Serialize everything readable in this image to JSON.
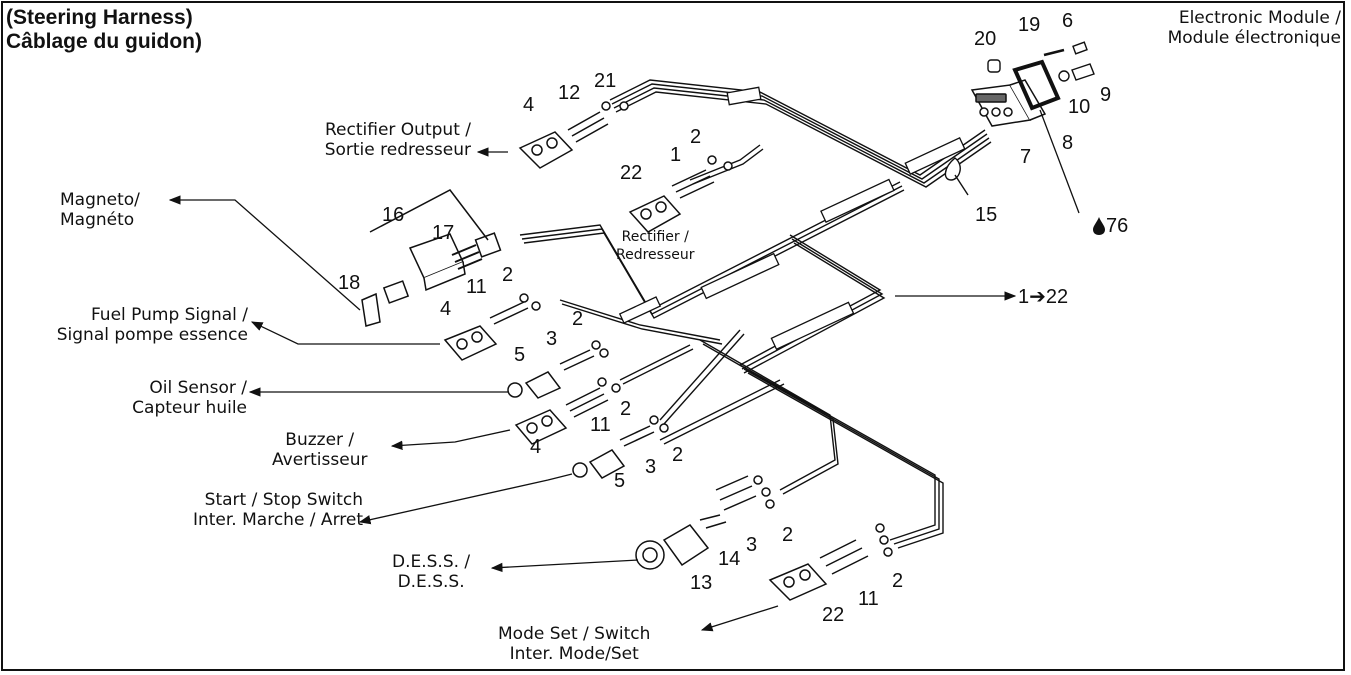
{
  "header": {
    "title_line1": "(Steering Harness)",
    "title_line2": "Câblage du guidon)"
  },
  "connections": {
    "electronic_module": {
      "line1": "Electronic Module /",
      "line2": "Module électronique"
    },
    "rectifier_output": {
      "line1": "Rectifier Output /",
      "line2": "Sortie redresseur"
    },
    "magneto": {
      "line1": "Magneto/",
      "line2": "Magnéto"
    },
    "rectifier": {
      "line1": "Rectifier /",
      "line2": "Redresseur"
    },
    "fuel_pump": {
      "line1": "Fuel Pump Signal /",
      "line2": "Signal pompe essence"
    },
    "oil_sensor": {
      "line1": "Oil Sensor /",
      "line2": "Capteur huile"
    },
    "buzzer": {
      "line1": "Buzzer /",
      "line2": "Avertisseur"
    },
    "start_stop": {
      "line1": "Start / Stop Switch",
      "line2": "Inter. Marche / Arret"
    },
    "dess": {
      "line1": "D.E.S.S. /",
      "line2": "D.E.S.S."
    },
    "mode_set": {
      "line1": "Mode Set / Switch",
      "line2": "Inter. Mode/Set"
    }
  },
  "range_ref": "1➔22",
  "fluid_ref": {
    "icon": "drop-icon",
    "number": "76"
  },
  "part_numbers": [
    "20",
    "19",
    "6",
    "10",
    "9",
    "8",
    "7",
    "15",
    "4",
    "12",
    "21",
    "2",
    "1",
    "22",
    "16",
    "17",
    "18",
    "2",
    "11",
    "4",
    "2",
    "3",
    "5",
    "2",
    "11",
    "4",
    "2",
    "3",
    "5",
    "14",
    "3",
    "2",
    "13",
    "22",
    "11",
    "2"
  ],
  "colors": {
    "ink": "#111111",
    "background": "#ffffff"
  }
}
